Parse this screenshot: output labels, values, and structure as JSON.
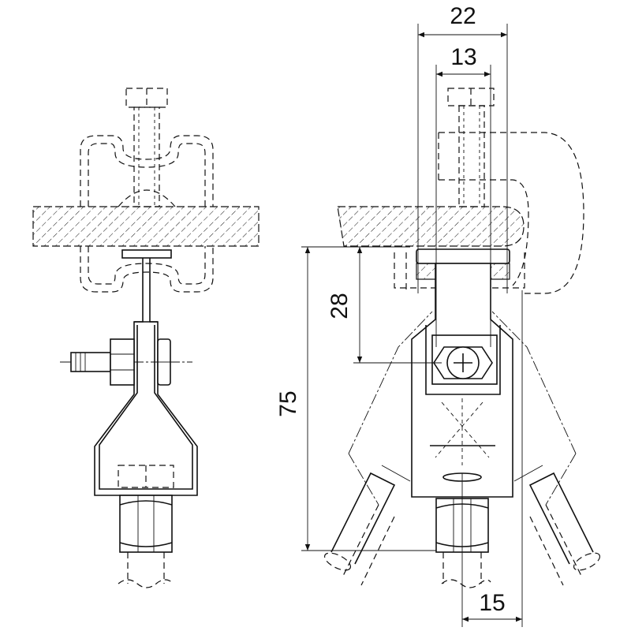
{
  "dimensions": {
    "d22": "22",
    "d13": "13",
    "d28": "28",
    "d75": "75",
    "d15": "15"
  },
  "colors": {
    "ink": "#111111",
    "paper": "#ffffff"
  }
}
